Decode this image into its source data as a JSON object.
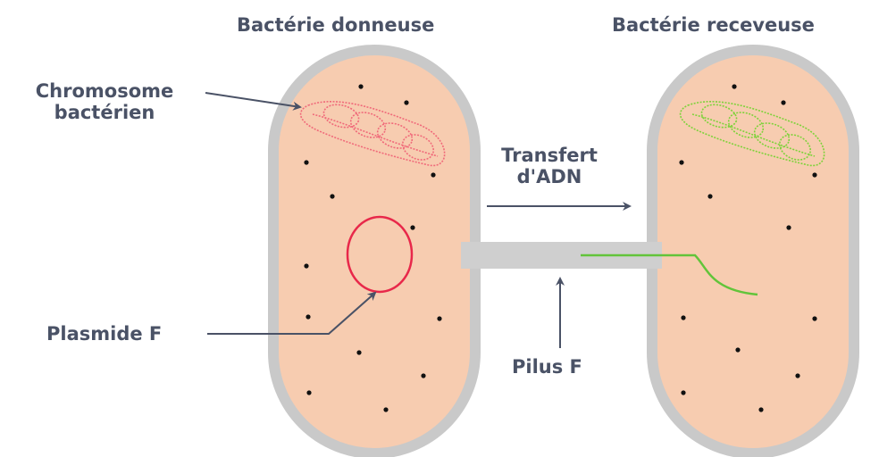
{
  "labels": {
    "donor_title": "Bactérie donneuse",
    "recipient_title": "Bactérie receveuse",
    "chromosome_line1": "Chromosome",
    "chromosome_line2": "bactérien",
    "plasmid": "Plasmide F",
    "transfer_line1": "Transfert",
    "transfer_line2": "d'ADN",
    "pilus": "Pilus F"
  },
  "colors": {
    "cell_fill": "#f7ccb0",
    "cell_border": "#c9c9c9",
    "label_text": "#4a5266",
    "chromosome_donor": "#f06a7a",
    "plasmid": "#e8284a",
    "chromosome_recipient": "#7ed23a",
    "transferred_dna": "#62c43a",
    "pilus": "#cfcfcf",
    "dots": "#111111"
  },
  "icons": [
    "arrow-right-icon",
    "arrow-up-icon"
  ]
}
